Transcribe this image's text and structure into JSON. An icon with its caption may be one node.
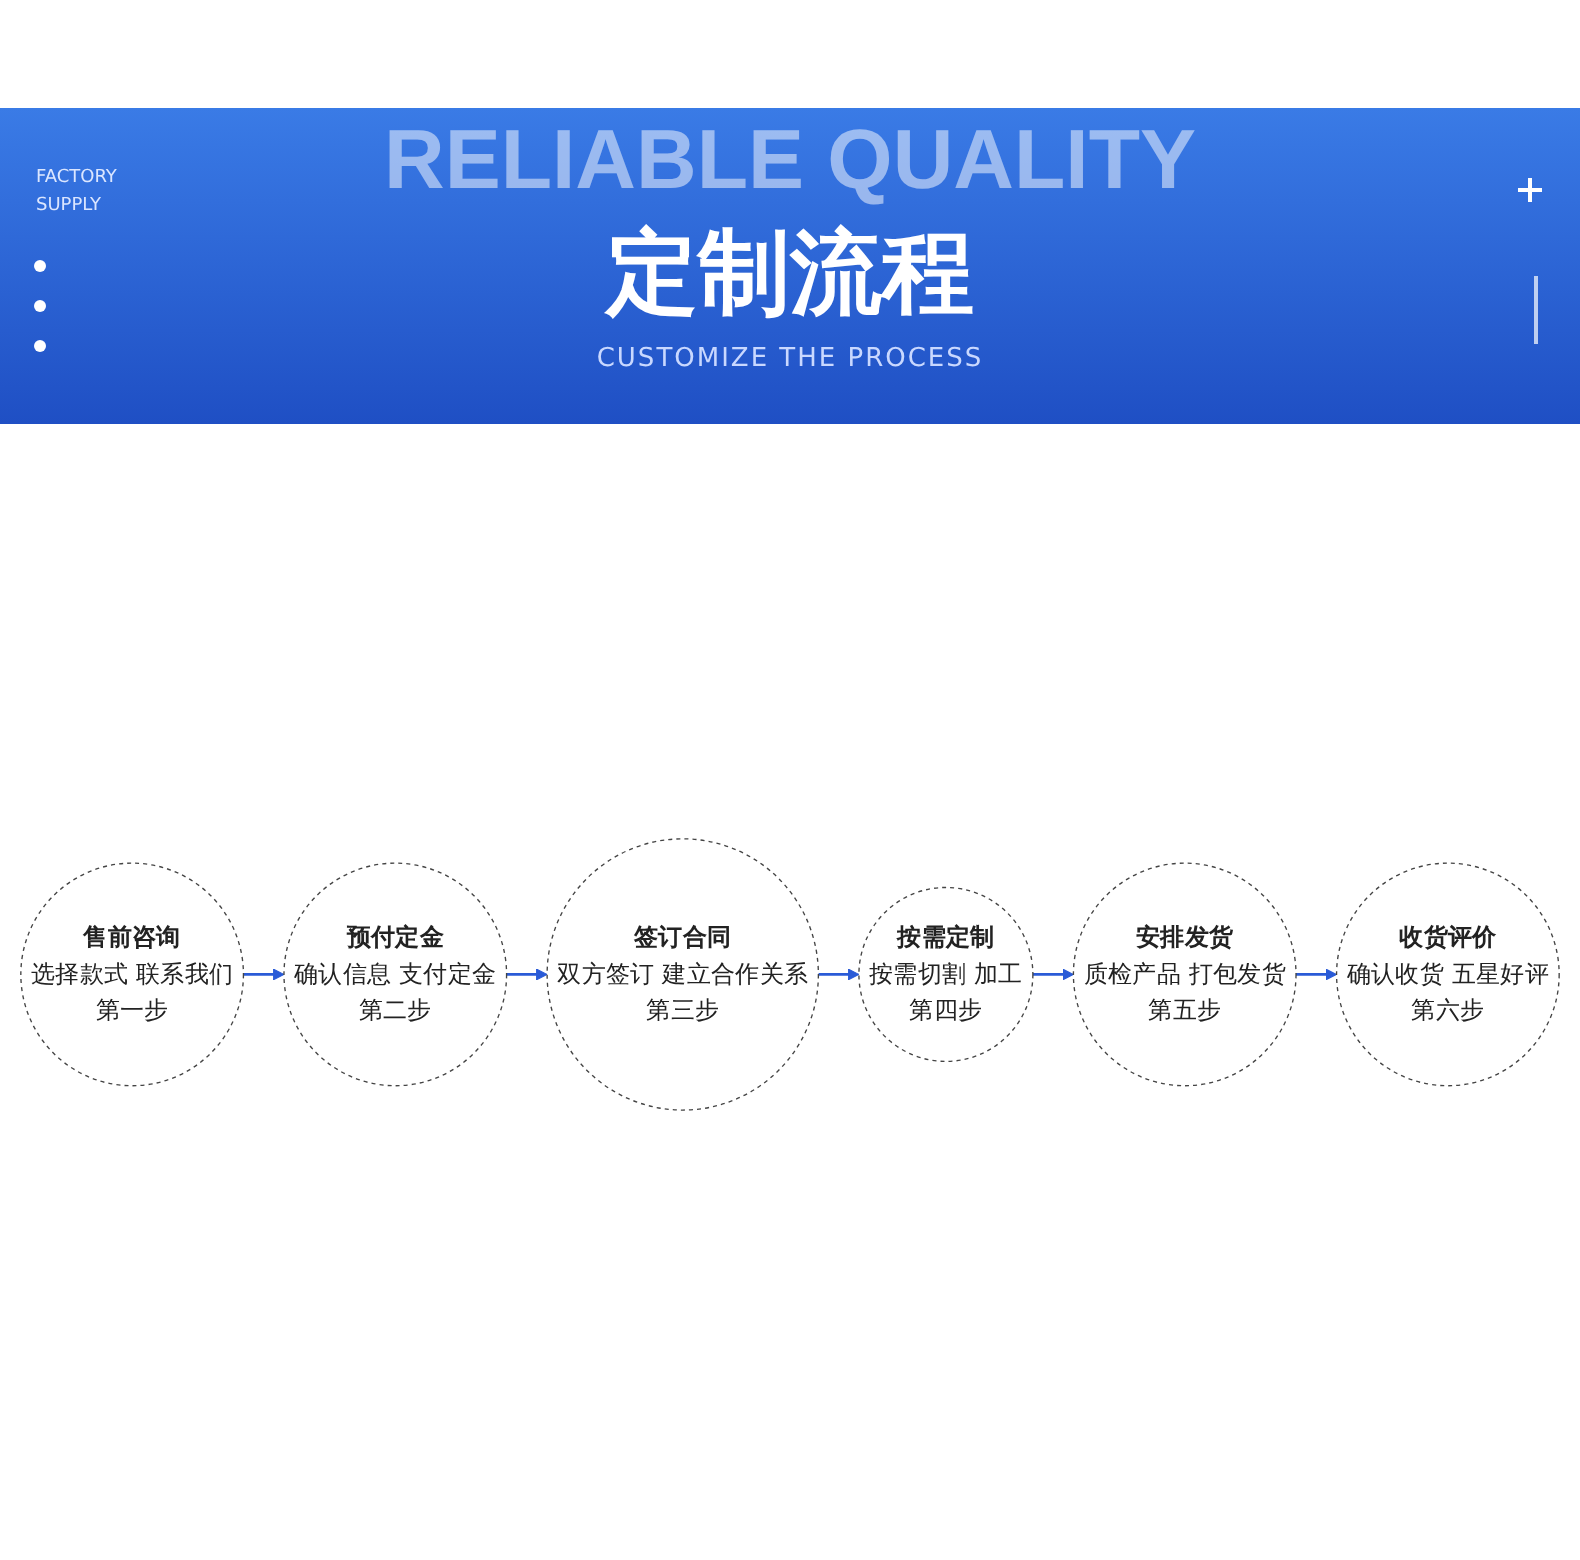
{
  "diagram": {
    "title": "定制流程",
    "nodes": [
      {
        "text": [
          "售前咨询",
          "选择款式 联系我们",
          "第一步"
        ]
      },
      {
        "text": [
          "预付定金",
          "确认信息 支付定金",
          "第二步"
        ]
      },
      {
        "text": [
          "签订合同",
          "双方签订 建立合作关系",
          "第三步"
        ]
      },
      {
        "text": [
          "按需定制",
          "按需切割 加工",
          "第四步"
        ]
      },
      {
        "text": [
          "安排发货",
          "质检产品 打包发货",
          "第五步"
        ]
      },
      {
        "text": [
          "收货评价",
          "确认收货 五星好评",
          "第六步"
        ]
      }
    ],
    "edges": [
      {
        "from": 0,
        "to": 1,
        "arrow": "to"
      },
      {
        "from": 1,
        "to": 2,
        "arrow": "to"
      },
      {
        "from": 2,
        "to": 3,
        "arrow": "to"
      },
      {
        "from": 3,
        "to": 4,
        "arrow": "to"
      },
      {
        "from": 4,
        "to": 5,
        "arrow": "to"
      }
    ],
    "labels": [
      "FACTORY SUPPLY",
      "RELIABLE QUALITY",
      "CUSTOMIZE THE PROCESS"
    ]
  }
}
